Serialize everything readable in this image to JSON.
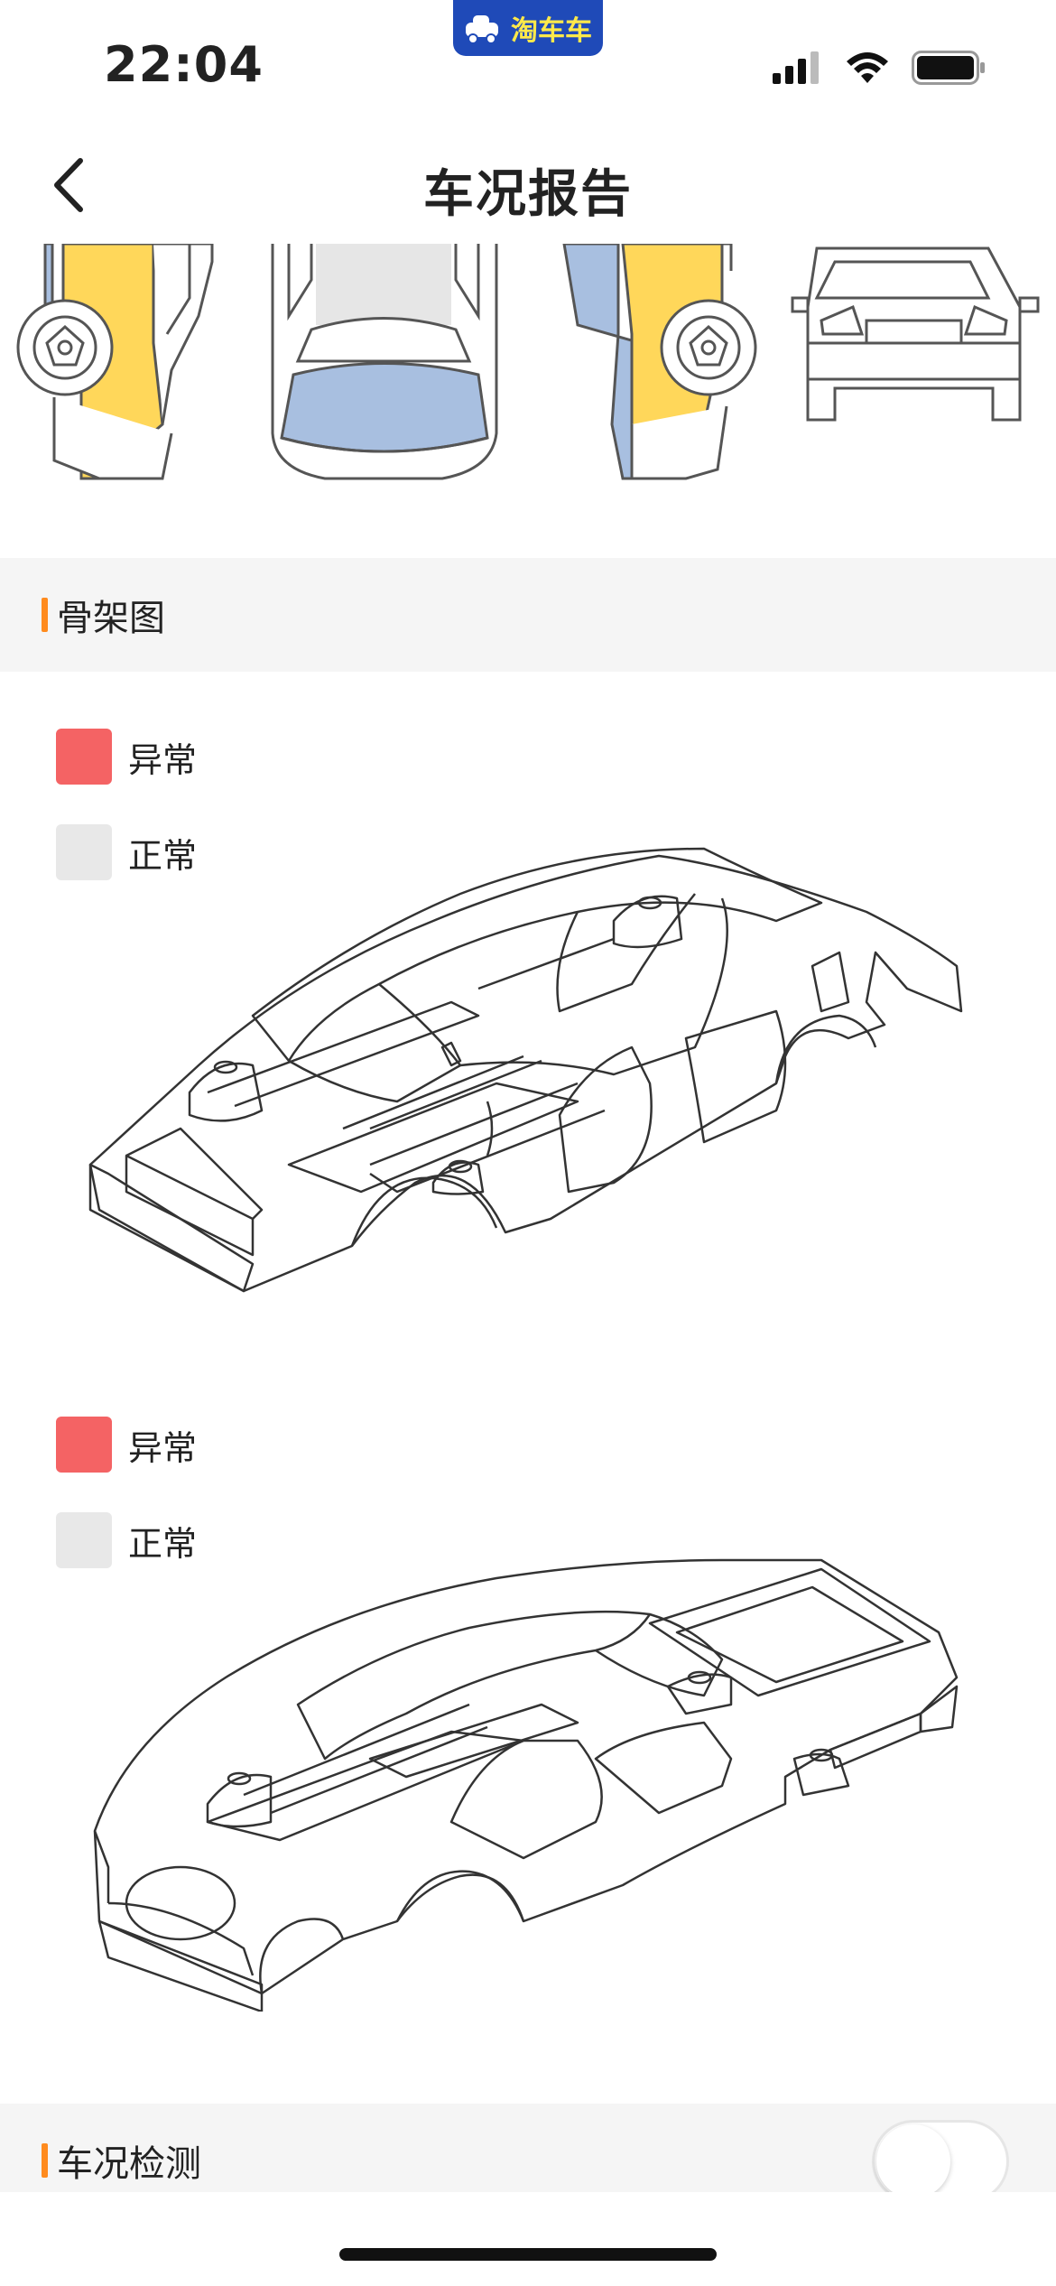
{
  "status_bar": {
    "time": "22:04",
    "app_badge": "淘车车"
  },
  "nav": {
    "title": "车况报告"
  },
  "sections": {
    "skeleton": {
      "title": "骨架图"
    },
    "inspection": {
      "title": "车况检测"
    }
  },
  "legend_top": {
    "abnormal": "异常",
    "normal": "正常"
  },
  "legend_bottom": {
    "abnormal": "异常",
    "normal": "正常"
  },
  "colors": {
    "abnormal": "#f46364",
    "normal": "#e8e8e8",
    "accent": "#ff8b1e",
    "yellow_panel": "#ffd75a",
    "blue_panel": "#a8bfe0"
  },
  "inspection_toggle": {
    "on": false
  }
}
